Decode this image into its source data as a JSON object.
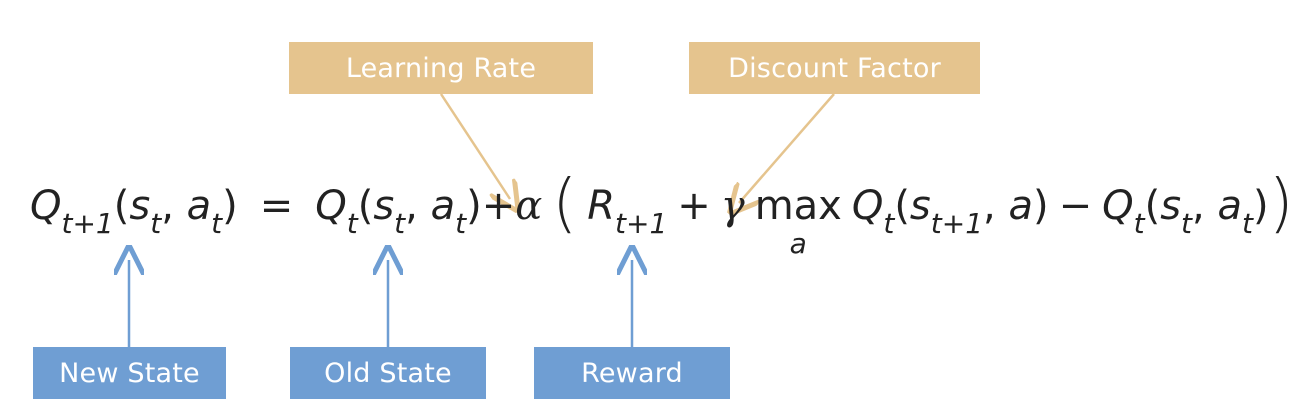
{
  "labels": {
    "learning_rate": "Learning Rate",
    "discount_factor": "Discount Factor",
    "new_state": "New State",
    "old_state": "Old State",
    "reward": "Reward"
  },
  "formula": {
    "q": "Q",
    "t_plus_1": "t+1",
    "t": "t",
    "lparen": "(",
    "rparen": ")",
    "s": "s",
    "a": "a",
    "comma": ", ",
    "equals": "=",
    "plus": "+",
    "minus": "−",
    "alpha": "α",
    "gamma": "γ",
    "r": "R",
    "max": "max",
    "max_under": "a",
    "big_lparen": "(",
    "big_rparen": ")"
  },
  "colors": {
    "tan": "#e5c48e",
    "blue": "#6f9ed3"
  }
}
